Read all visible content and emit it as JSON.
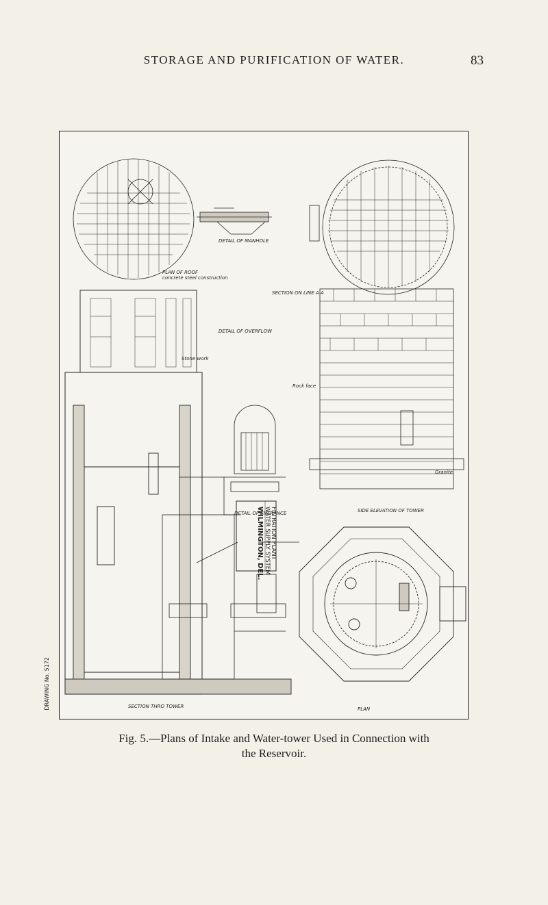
{
  "header": {
    "running_title": "STORAGE AND PURIFICATION OF WATER.",
    "page_number": "83"
  },
  "margin_mark": "DRAWING No. 5172",
  "drawing": {
    "labels": {
      "detail_manhole": "DETAIL OF MANHOLE",
      "plan_of_roof": "PLAN OF ROOF",
      "section_aa": "SECTION ON LINE A A",
      "detail_overflow": "DETAIL OF OVERFLOW",
      "detail_entrance": "DETAIL OF ENTRANCE",
      "side_elevation": "SIDE ELEVATION OF TOWER",
      "section_thro": "SECTION THRO TOWER",
      "plan": "PLAN",
      "steel_construction": "concrete steel construction",
      "rock_face": "Rock face",
      "granite": "Granite",
      "stone_work": "Stone work"
    },
    "title_block": {
      "line1": "FILTRATION PLANT",
      "line2": "WATER SUPPLY SYSTEM",
      "line3": "WILMINGTON, DEL."
    }
  },
  "caption": {
    "line1": "Fig. 5.—Plans of Intake and Water-tower Used in Connection with",
    "line2": "the Reservoir."
  }
}
